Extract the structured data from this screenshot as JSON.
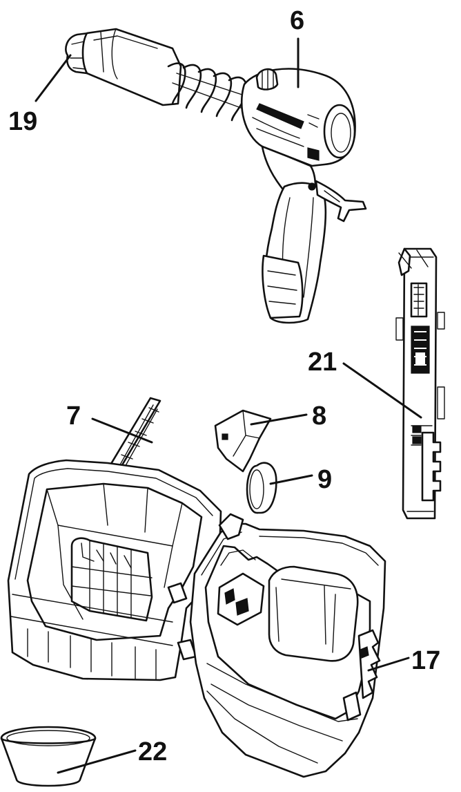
{
  "callouts": {
    "c6": "6",
    "c19": "19",
    "c21": "21",
    "c7": "7",
    "c8": "8",
    "c9": "9",
    "c17": "17",
    "c22": "22"
  },
  "colors": {
    "ink": "#111111",
    "paper": "#ffffff"
  }
}
